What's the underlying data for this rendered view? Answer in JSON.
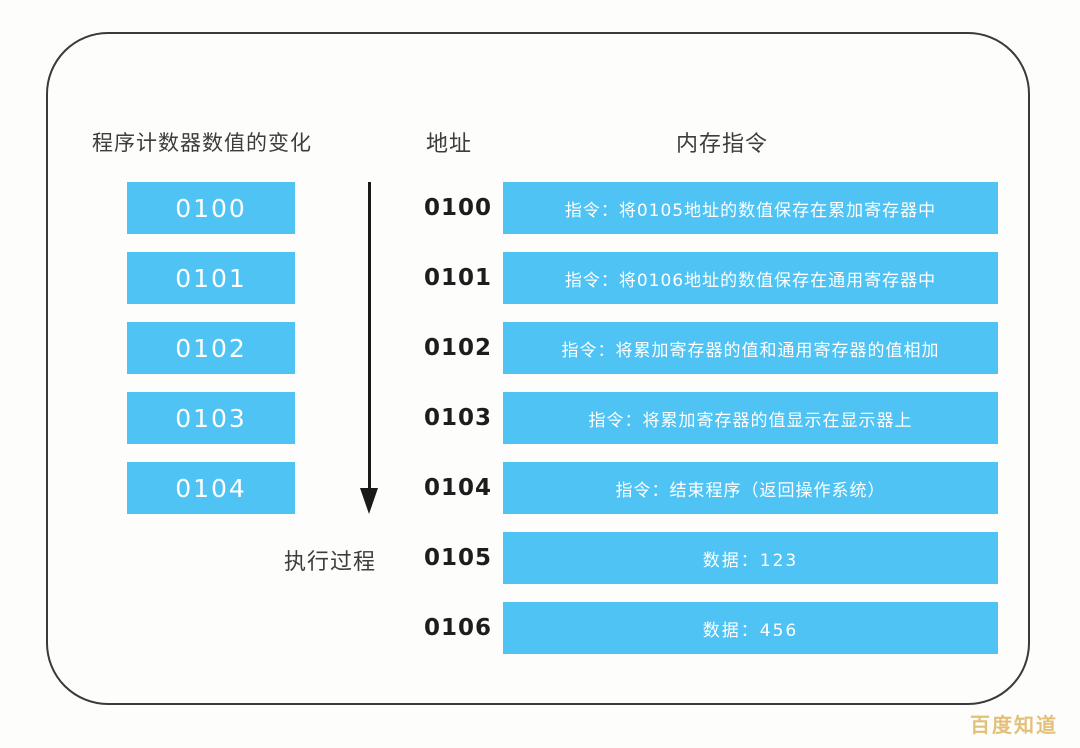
{
  "diagram": {
    "headings": {
      "program_counter": "程序计数器数值的变化",
      "address": "地址",
      "memory_instruction": "内存指令"
    },
    "arrow_label": "执行过程",
    "program_counter_values": [
      "0100",
      "0101",
      "0102",
      "0103",
      "0104"
    ],
    "memory_rows": [
      {
        "address": "0100",
        "content": "指令：将0105地址的数值保存在累加寄存器中",
        "kind": "instruction"
      },
      {
        "address": "0101",
        "content": "指令：将0106地址的数值保存在通用寄存器中",
        "kind": "instruction"
      },
      {
        "address": "0102",
        "content": "指令：将累加寄存器的值和通用寄存器的值相加",
        "kind": "instruction"
      },
      {
        "address": "0103",
        "content": "指令：将累加寄存器的值显示在显示器上",
        "kind": "instruction"
      },
      {
        "address": "0104",
        "content": "指令：结束程序（返回操作系统）",
        "kind": "instruction"
      },
      {
        "address": "0105",
        "content": "数据：123",
        "kind": "data"
      },
      {
        "address": "0106",
        "content": "数据：456",
        "kind": "data"
      }
    ],
    "colors": {
      "bar_fill": "#4fc3f3",
      "bar_text": "#ffffff",
      "card_border": "#3a3a3a",
      "heading_text": "#3d3d3d",
      "address_text": "#1d1d1d",
      "arrow": "#1a1a1a",
      "background": "#fdfdfb",
      "watermark": "#e3c07a"
    }
  },
  "watermark": {
    "text": "百度知道"
  }
}
